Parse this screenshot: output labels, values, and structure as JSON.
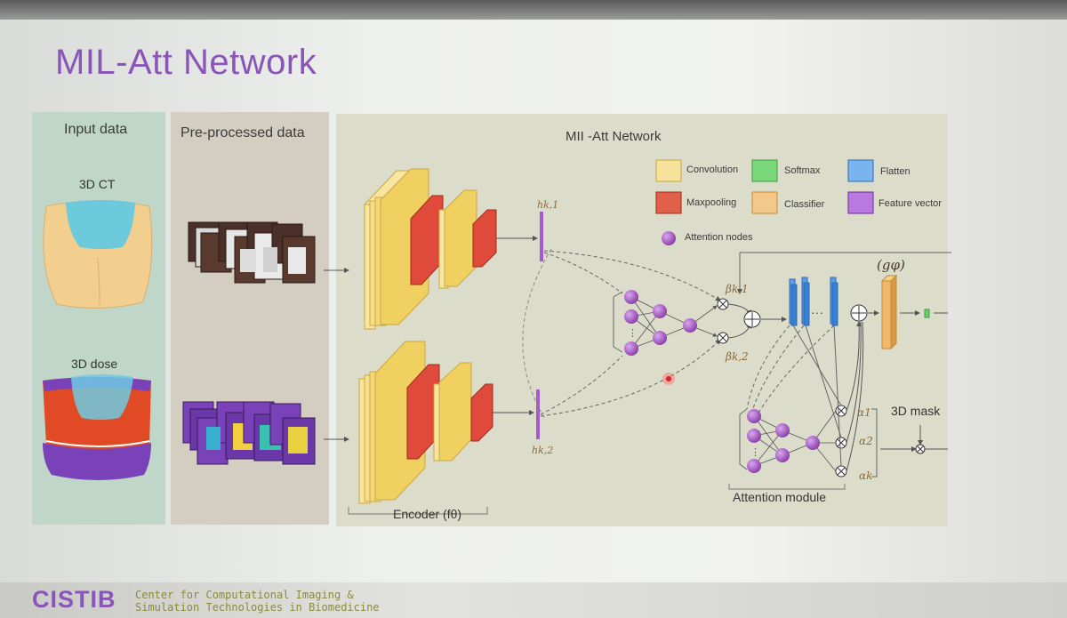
{
  "slide": {
    "title": "MIL-Att Network",
    "colors": {
      "title": "#8a55b8",
      "convolution": "#f0d060",
      "maxpooling": "#e04a3a",
      "softmax": "#6ccf6c",
      "classifier": "#f0b86a",
      "flatten": "#5a9ee8",
      "feature_vector": "#a35ad0",
      "attention_nodes": "#9a4ab8"
    }
  },
  "panels": {
    "input": {
      "header": "Input data",
      "ct_label": "3D CT",
      "dose_label": "3D dose"
    },
    "preprocessed": {
      "header": "Pre-processed data"
    },
    "network": {
      "header": "MII -Att Network"
    }
  },
  "legend": {
    "convolution": "Convolution",
    "softmax": "Softmax",
    "flatten": "Flatten",
    "maxpooling": "Maxpooling",
    "classifier": "Classifier",
    "feature_vector": "Feature vector",
    "attention_nodes": "Attention nodes"
  },
  "labels": {
    "encoder": "Encoder (fθ)",
    "attention_module": "Attention module",
    "mask": "3D mask",
    "classifier_fn": "(gφ)",
    "h1": "hk,1",
    "h2": "hk,2",
    "b1": "βk,1",
    "b2": "βk,2",
    "a1": "α1",
    "a2": "α2",
    "ak": "αk",
    "dots": "···"
  },
  "footer": {
    "logo": "CISTIB",
    "line1": "Center for Computational Imaging &",
    "line2": "Simulation Technologies in Biomedicine"
  }
}
